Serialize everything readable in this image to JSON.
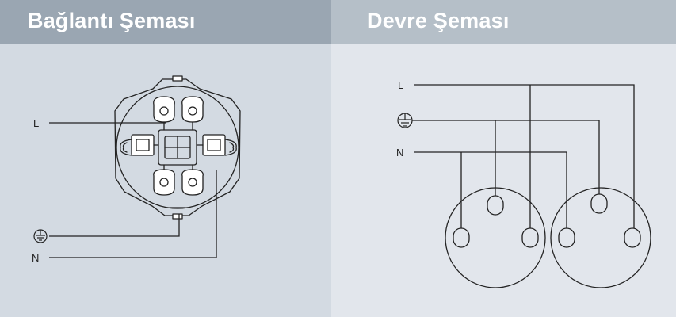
{
  "left_panel": {
    "title": "Bağlantı Şeması",
    "labels": {
      "line": "L",
      "neutral": "N"
    }
  },
  "right_panel": {
    "title": "Devre Şeması",
    "labels": {
      "line": "L",
      "neutral": "N"
    }
  },
  "colors": {
    "left_background": "#d3dae2",
    "left_header": "#9aa6b2",
    "right_background": "#e2e6ec",
    "right_header": "#b5bfc8",
    "line_stroke": "#222222"
  },
  "icons": {
    "earth": "ground-symbol-icon"
  }
}
